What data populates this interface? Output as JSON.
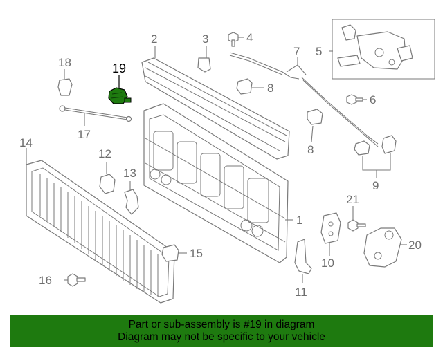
{
  "diagram": {
    "callouts": {
      "p1": "1",
      "p2": "2",
      "p3": "3",
      "p4": "4",
      "p5": "5",
      "p6": "6",
      "p7": "7",
      "p8a": "8",
      "p8b": "8",
      "p9": "9",
      "p10": "10",
      "p11": "11",
      "p12": "12",
      "p13": "13",
      "p14": "14",
      "p15": "15",
      "p16": "16",
      "p17": "17",
      "p18": "18",
      "p19": "19",
      "p20": "20",
      "p21": "21"
    },
    "highlight_color": "#1e7a0f",
    "line_color": "#7a7a7a"
  },
  "footer": {
    "line1": "Part or sub-assembly is #19 in diagram",
    "line2": "Diagram may not be specific to your vehicle",
    "background": "#1e7a0f"
  }
}
